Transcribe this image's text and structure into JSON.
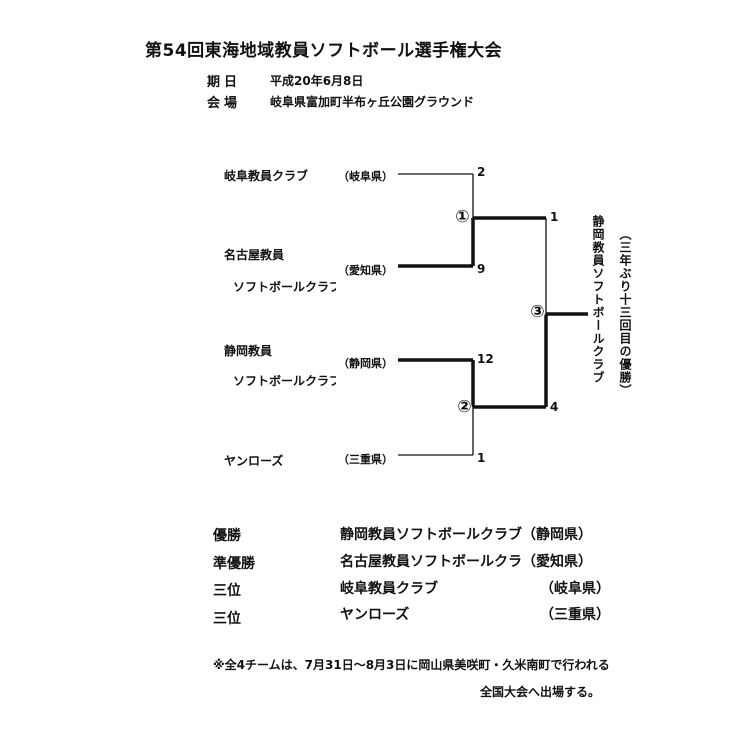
{
  "title": "第54回東海地域教員ソフトボール選手権大会",
  "info": [
    {
      "label": "期日",
      "value": "平成20年6月8日"
    },
    {
      "label": "会場",
      "value": "岐阜県富加町半布ヶ丘公園グラウンド"
    }
  ],
  "bracket": {
    "teams": [
      {
        "name_line1": "岐阜教員クラブ",
        "name_line2": "",
        "pref": "（岐阜県）",
        "score": "2"
      },
      {
        "name_line1": "名古屋教員",
        "name_line2": "ソフトボールクラブ",
        "pref": "（愛知県）",
        "score": "9"
      },
      {
        "name_line1": "静岡教員",
        "name_line2": "ソフトボールクラブ",
        "pref": "（静岡県）",
        "score": "12"
      },
      {
        "name_line1": "ヤンローズ",
        "name_line2": "",
        "pref": "（三重県）",
        "score": "1"
      }
    ],
    "games": [
      {
        "label": "①",
        "winner_score": "1"
      },
      {
        "label": "②",
        "winner_score": "4"
      },
      {
        "label": "③"
      }
    ],
    "champion_vertical": "静岡教員ソフトボールクラブ",
    "champion_note_vertical": "（三年ぶり十三回目の優勝）"
  },
  "results": [
    {
      "rank": "優勝",
      "team": "静岡教員ソフトボールクラブ（静岡県）"
    },
    {
      "rank": "準優勝",
      "team": "名古屋教員ソフトボールクラ（愛知県）"
    },
    {
      "rank": "三位",
      "team": "岐阜教員クラブ",
      "pref": "（岐阜県）"
    },
    {
      "rank": "三位",
      "team": "ヤンローズ",
      "pref": "（三重県）"
    }
  ],
  "note_line1": "※全4チームは、7月31日～8月3日に岡山県美咲町・久米南町で行われる",
  "note_line2": "全国大会へ出場する。",
  "colors": {
    "ink": "#111111",
    "paper": "#ffffff"
  }
}
